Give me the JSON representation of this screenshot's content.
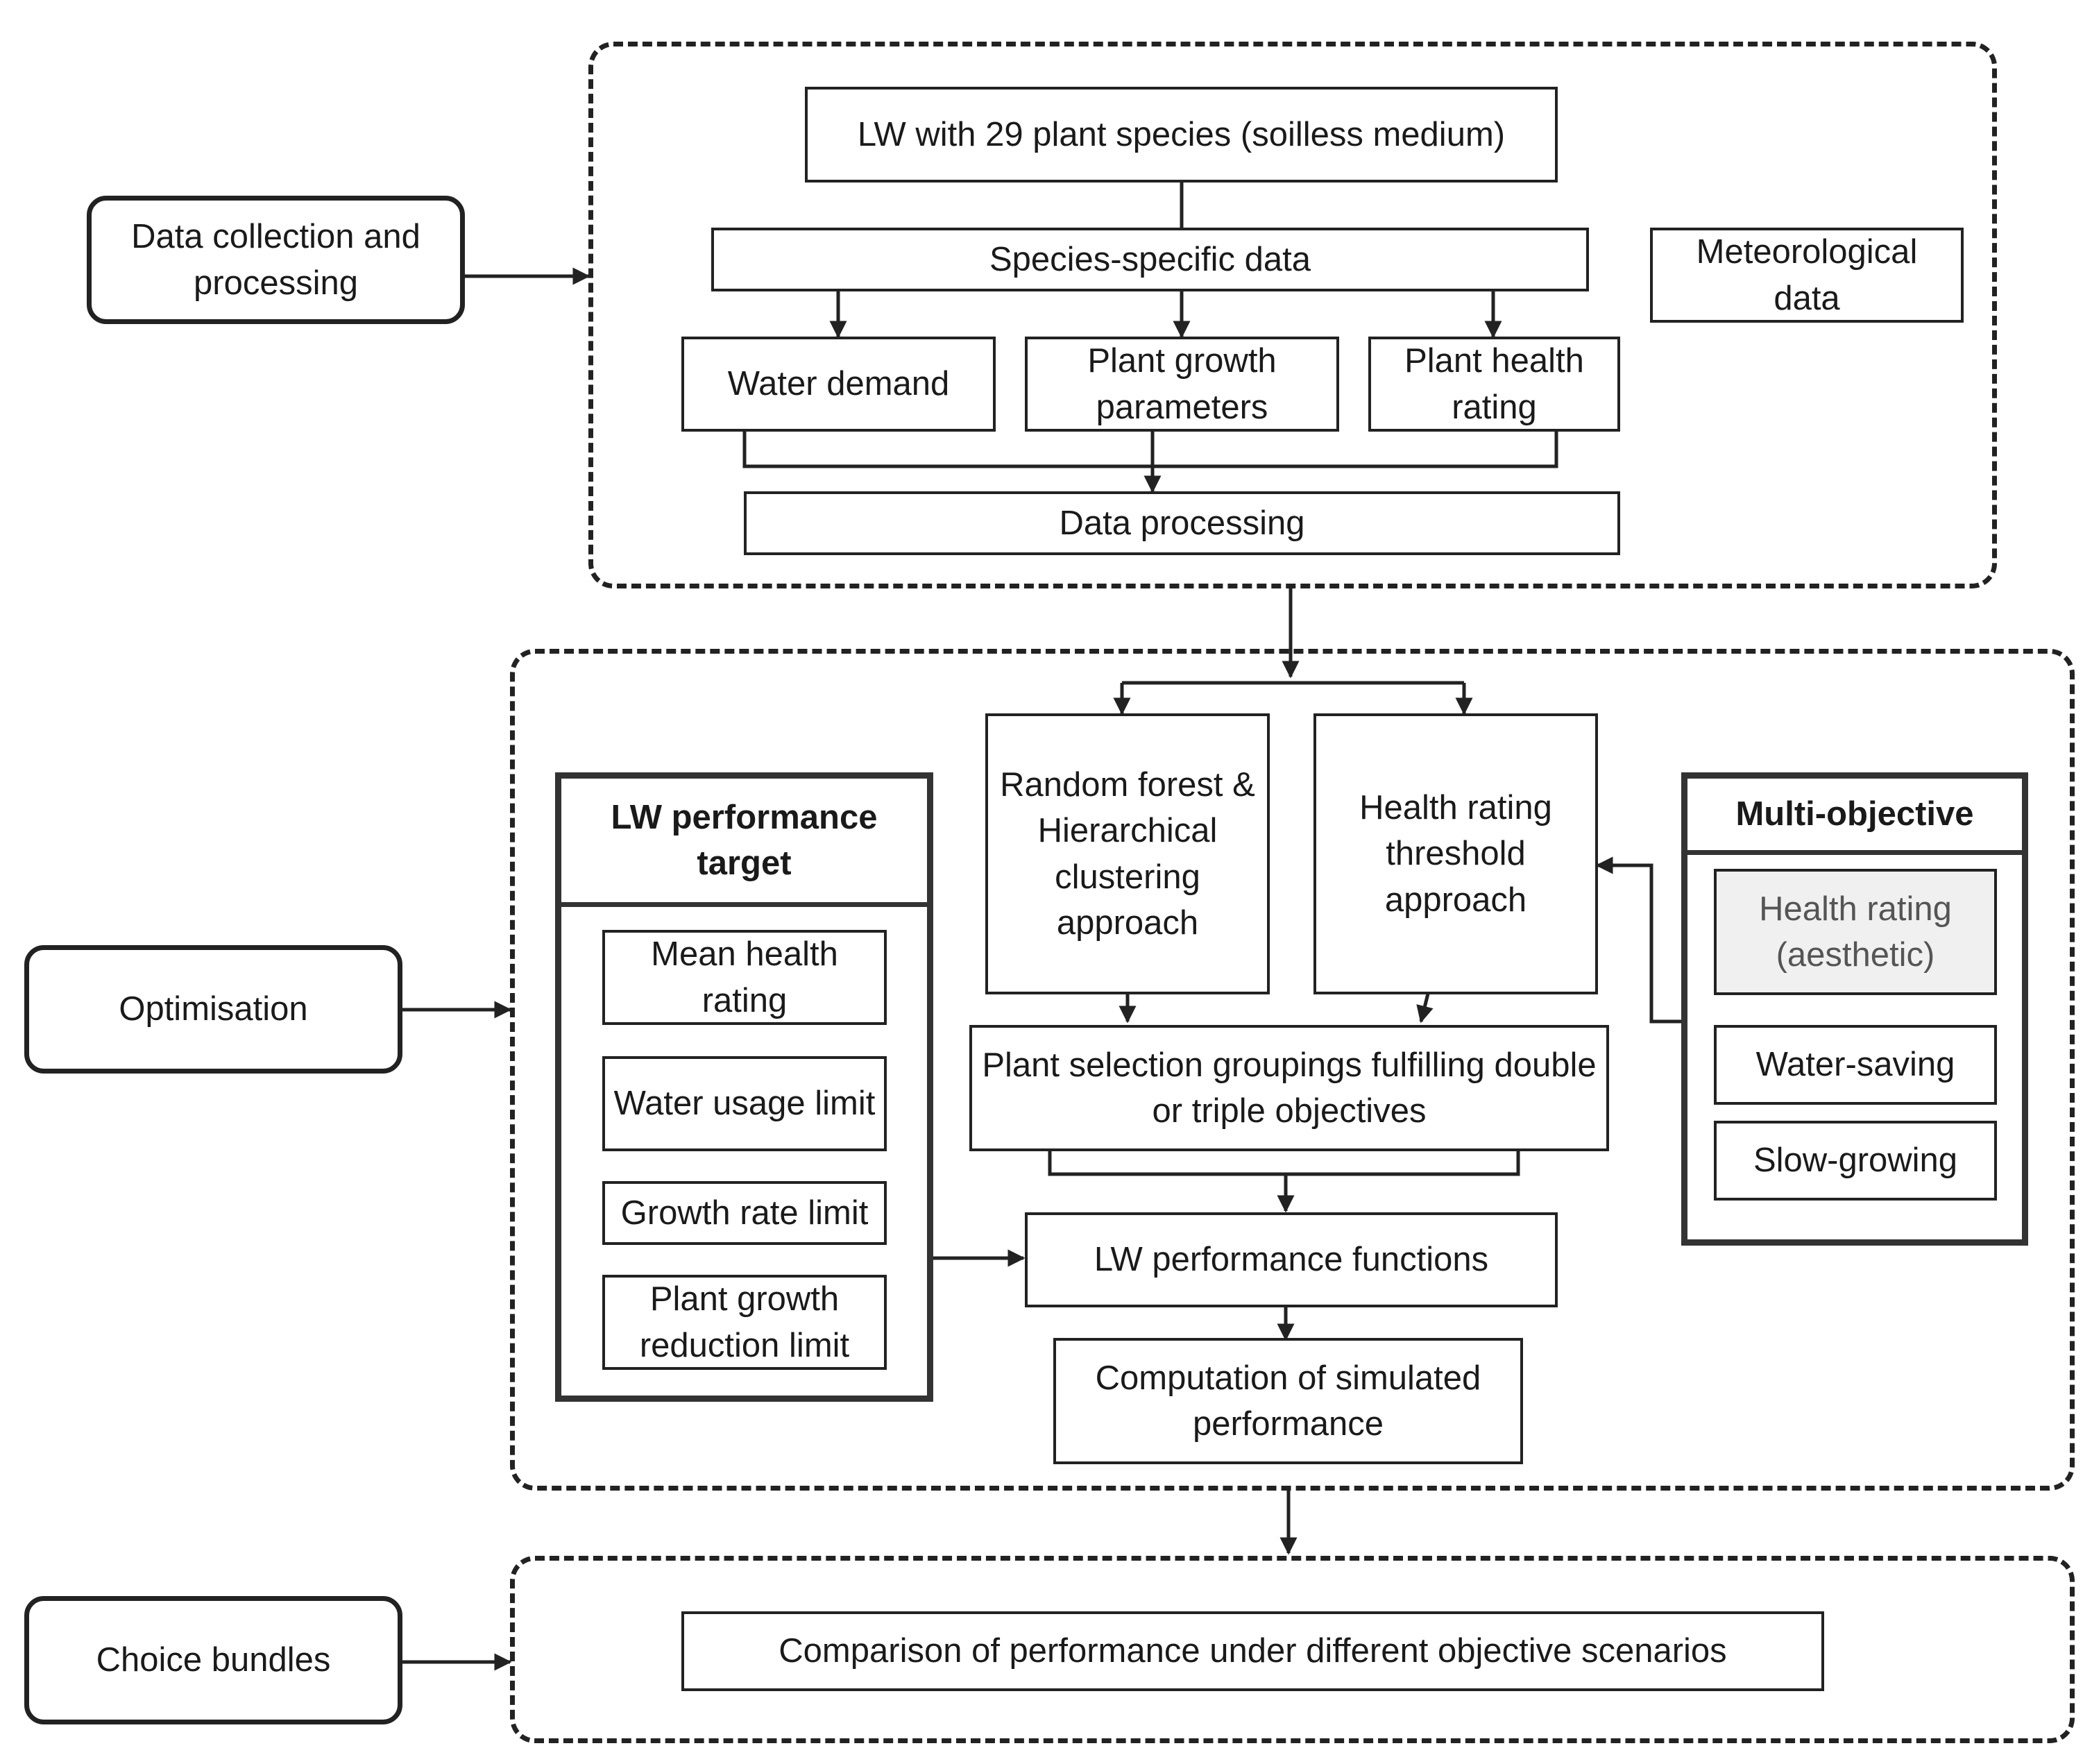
{
  "labels": {
    "data_collection": "Data collection and processing",
    "optimisation": "Optimisation",
    "choice_bundles": "Choice bundles"
  },
  "section1": {
    "lw_species": "LW with 29 plant species (soilless medium)",
    "species_specific": "Species-specific data",
    "meteorological": "Meteorological data",
    "water_demand": "Water demand",
    "growth_params": "Plant growth parameters",
    "health_rating": "Plant health rating",
    "data_processing": "Data processing"
  },
  "section2": {
    "target_title": "LW performance target",
    "target_items": [
      "Mean health rating",
      "Water usage limit",
      "Growth rate limit",
      "Plant growth reduction limit"
    ],
    "random_forest": "Random forest & Hierarchical clustering approach",
    "threshold": "Health rating threshold approach",
    "groupings": "Plant selection groupings fulfilling double or triple objectives",
    "functions": "LW performance functions",
    "computation": "Computation of simulated performance",
    "multi_title": "Multi-objective",
    "multi_items": [
      "Health rating (aesthetic)",
      "Water-saving",
      "Slow-growing"
    ]
  },
  "section3": {
    "comparison": "Comparison of performance under different objective scenarios"
  },
  "colors": {
    "line": "#222222",
    "highlight_fill": "#f0f0f0"
  }
}
